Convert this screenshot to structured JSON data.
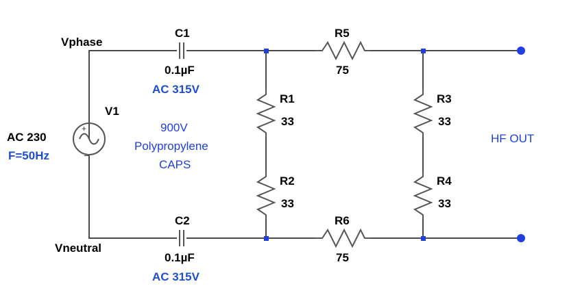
{
  "nets": {
    "top": "Vphase",
    "bottom": "Vneutral"
  },
  "source": {
    "ref": "V1",
    "value": "AC 230",
    "freq": "F=50Hz"
  },
  "c1": {
    "ref": "C1",
    "value": "0.1µF",
    "rating": "AC 315V"
  },
  "c2": {
    "ref": "C2",
    "value": "0.1µF",
    "rating": "AC 315V"
  },
  "note": [
    "900V",
    "Polypropylene",
    "CAPS"
  ],
  "r1": {
    "ref": "R1",
    "value": "33"
  },
  "r2": {
    "ref": "R2",
    "value": "33"
  },
  "r3": {
    "ref": "R3",
    "value": "33"
  },
  "r4": {
    "ref": "R4",
    "value": "33"
  },
  "r5": {
    "ref": "R5",
    "value": "75"
  },
  "r6": {
    "ref": "R6",
    "value": "75"
  },
  "output": "HF OUT"
}
